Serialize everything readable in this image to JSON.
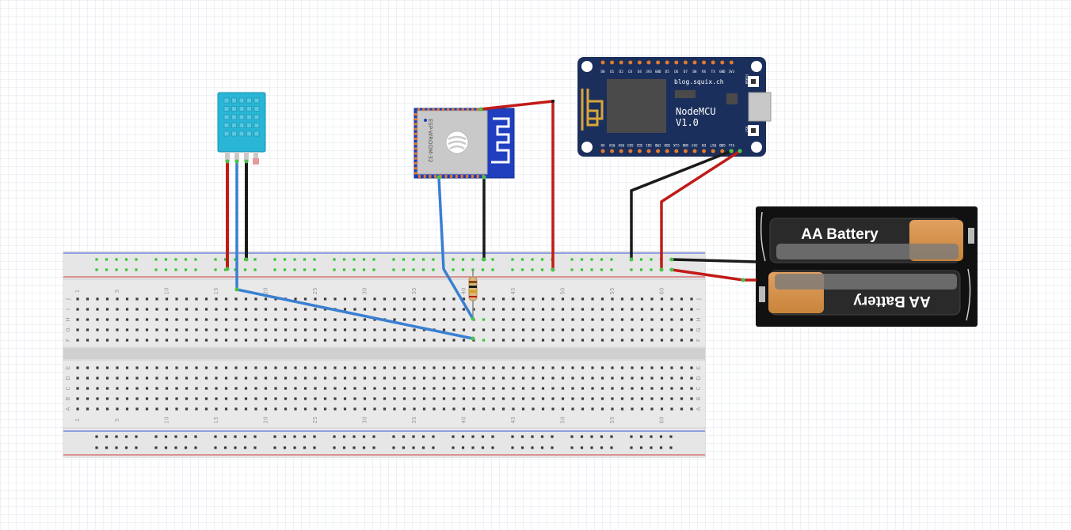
{
  "breadboard": {
    "column_numbers": [
      "1",
      "5",
      "10",
      "15",
      "20",
      "25",
      "30",
      "35",
      "40",
      "45",
      "50",
      "55",
      "60"
    ],
    "row_letters_top": [
      "J",
      "I",
      "H",
      "G",
      "F"
    ],
    "row_letters_bottom": [
      "E",
      "D",
      "C",
      "B",
      "A"
    ]
  },
  "dht_sensor": {
    "body_color": "#29b6d6"
  },
  "esp_module": {
    "label": "ESP-WROOM-32"
  },
  "nodemcu": {
    "site": "blog.squix.ch",
    "name": "NodeMCU",
    "version": "V1.0",
    "top_pins": [
      "D0",
      "D1",
      "D2",
      "D3",
      "D4",
      "3V3",
      "GND",
      "D5",
      "D6",
      "D7",
      "D8",
      "RX",
      "TX",
      "GND",
      "3V3"
    ],
    "bottom_pins": [
      "A0",
      "RSV",
      "RSV",
      "SD3",
      "SD2",
      "SD1",
      "CMD",
      "SD0",
      "CLK",
      "GND",
      "3V3",
      "EN",
      "RST",
      "GND",
      "Vin"
    ],
    "button_flash": "FLASH",
    "button_rst": "RST"
  },
  "battery_pack": {
    "cell_top": "AA Battery",
    "cell_bottom": "AA Battery"
  },
  "colors": {
    "wire_red": "#c11b17",
    "wire_black": "#1a1a1a",
    "wire_blue": "#3a7fd1",
    "board_blue": "#1b2f5c",
    "esp_blue": "#1f3fbf"
  }
}
